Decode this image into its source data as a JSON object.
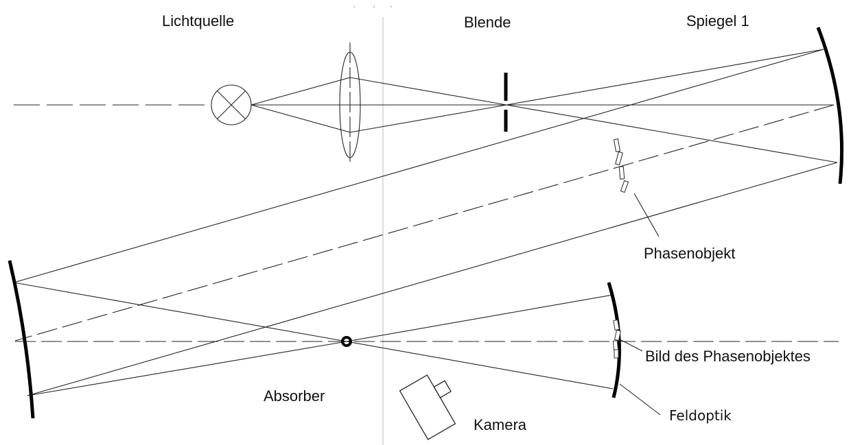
{
  "labels": {
    "light_source": "Lichtquelle",
    "aperture": "Blende",
    "mirror1": "Spiegel 1",
    "phase_object": "Phasenobjekt",
    "image_of_phase_object": "Bild des Phasenobjektes",
    "absorber": "Absorber",
    "camera": "Kamera",
    "field_optics": "Feldoptik"
  }
}
